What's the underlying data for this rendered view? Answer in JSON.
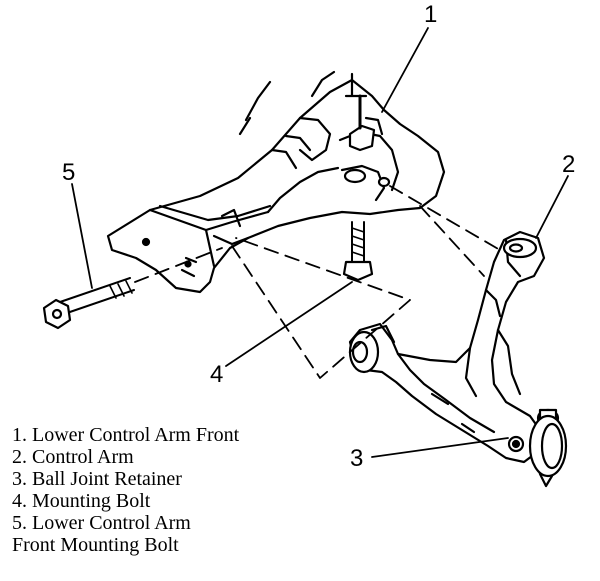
{
  "callouts": {
    "c1": "1",
    "c2": "2",
    "c3": "3",
    "c4": "4",
    "c5": "5"
  },
  "legend": [
    "1. Lower Control Arm Front",
    "2. Control Arm",
    "3. Ball Joint Retainer",
    "4. Mounting Bolt",
    "5. Lower Control Arm",
    "Front Mounting Bolt"
  ]
}
